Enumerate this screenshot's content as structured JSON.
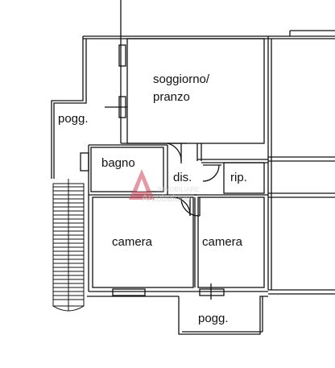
{
  "plan": {
    "rooms": {
      "soggiorno_line1": "soggiorno/",
      "soggiorno_line2": "pranzo",
      "pogg_left": "pogg.",
      "bagno": "bagno",
      "dis": "dis.",
      "rip": "rip.",
      "camera_left": "camera",
      "camera_right": "camera",
      "pogg_bottom": "pogg."
    },
    "watermark": {
      "small_text": "IMMOBILIARE",
      "brand": "Arcobaleno"
    },
    "colors": {
      "line": "#111111",
      "watermark_logo": "#d2475a",
      "watermark_text": "#c8c8c8"
    }
  }
}
